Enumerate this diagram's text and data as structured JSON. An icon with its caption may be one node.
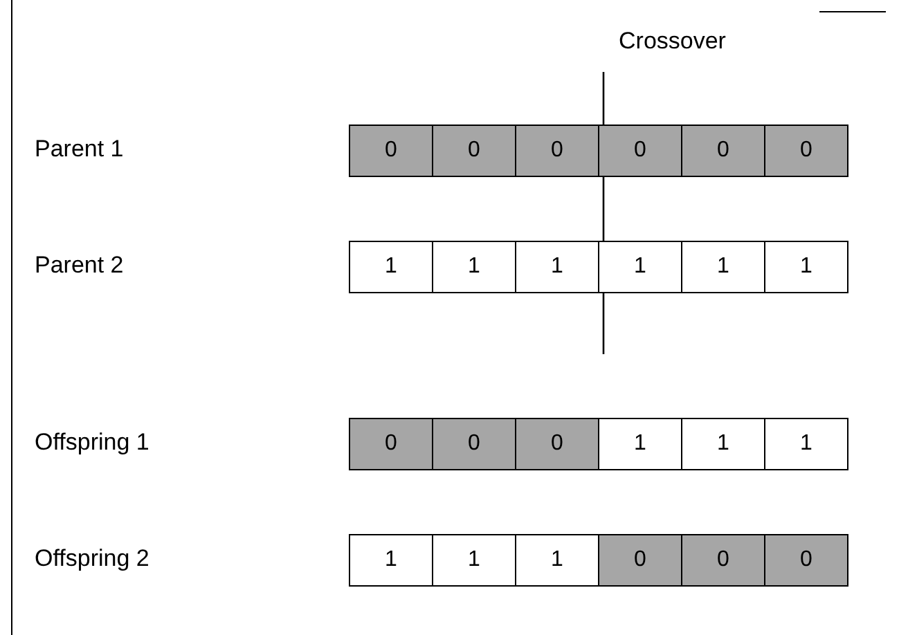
{
  "diagram": {
    "nodes": [
      {
        "text": [
          "0"
        ]
      },
      {
        "text": [
          "0"
        ]
      },
      {
        "text": [
          "0"
        ]
      },
      {
        "text": [
          "0"
        ]
      },
      {
        "text": [
          "0"
        ]
      },
      {
        "text": [
          "0"
        ]
      },
      {
        "text": [
          "1"
        ]
      },
      {
        "text": [
          "1"
        ]
      },
      {
        "text": [
          "1"
        ]
      },
      {
        "text": [
          "1"
        ]
      },
      {
        "text": [
          "1"
        ]
      },
      {
        "text": [
          "1"
        ]
      },
      {
        "text": [
          "0"
        ]
      },
      {
        "text": [
          "0"
        ]
      },
      {
        "text": [
          "0"
        ]
      },
      {
        "text": [
          "1"
        ]
      },
      {
        "text": [
          "1"
        ]
      },
      {
        "text": [
          "1"
        ]
      },
      {
        "text": [
          "1"
        ]
      },
      {
        "text": [
          "1"
        ]
      },
      {
        "text": [
          "1"
        ]
      },
      {
        "text": [
          "0"
        ]
      },
      {
        "text": [
          "0"
        ]
      },
      {
        "text": [
          "0"
        ]
      }
    ],
    "labels": [
      "Crossover",
      "Parent 1",
      "Parent 2",
      "Offspring 1",
      "Offspring 2"
    ]
  }
}
